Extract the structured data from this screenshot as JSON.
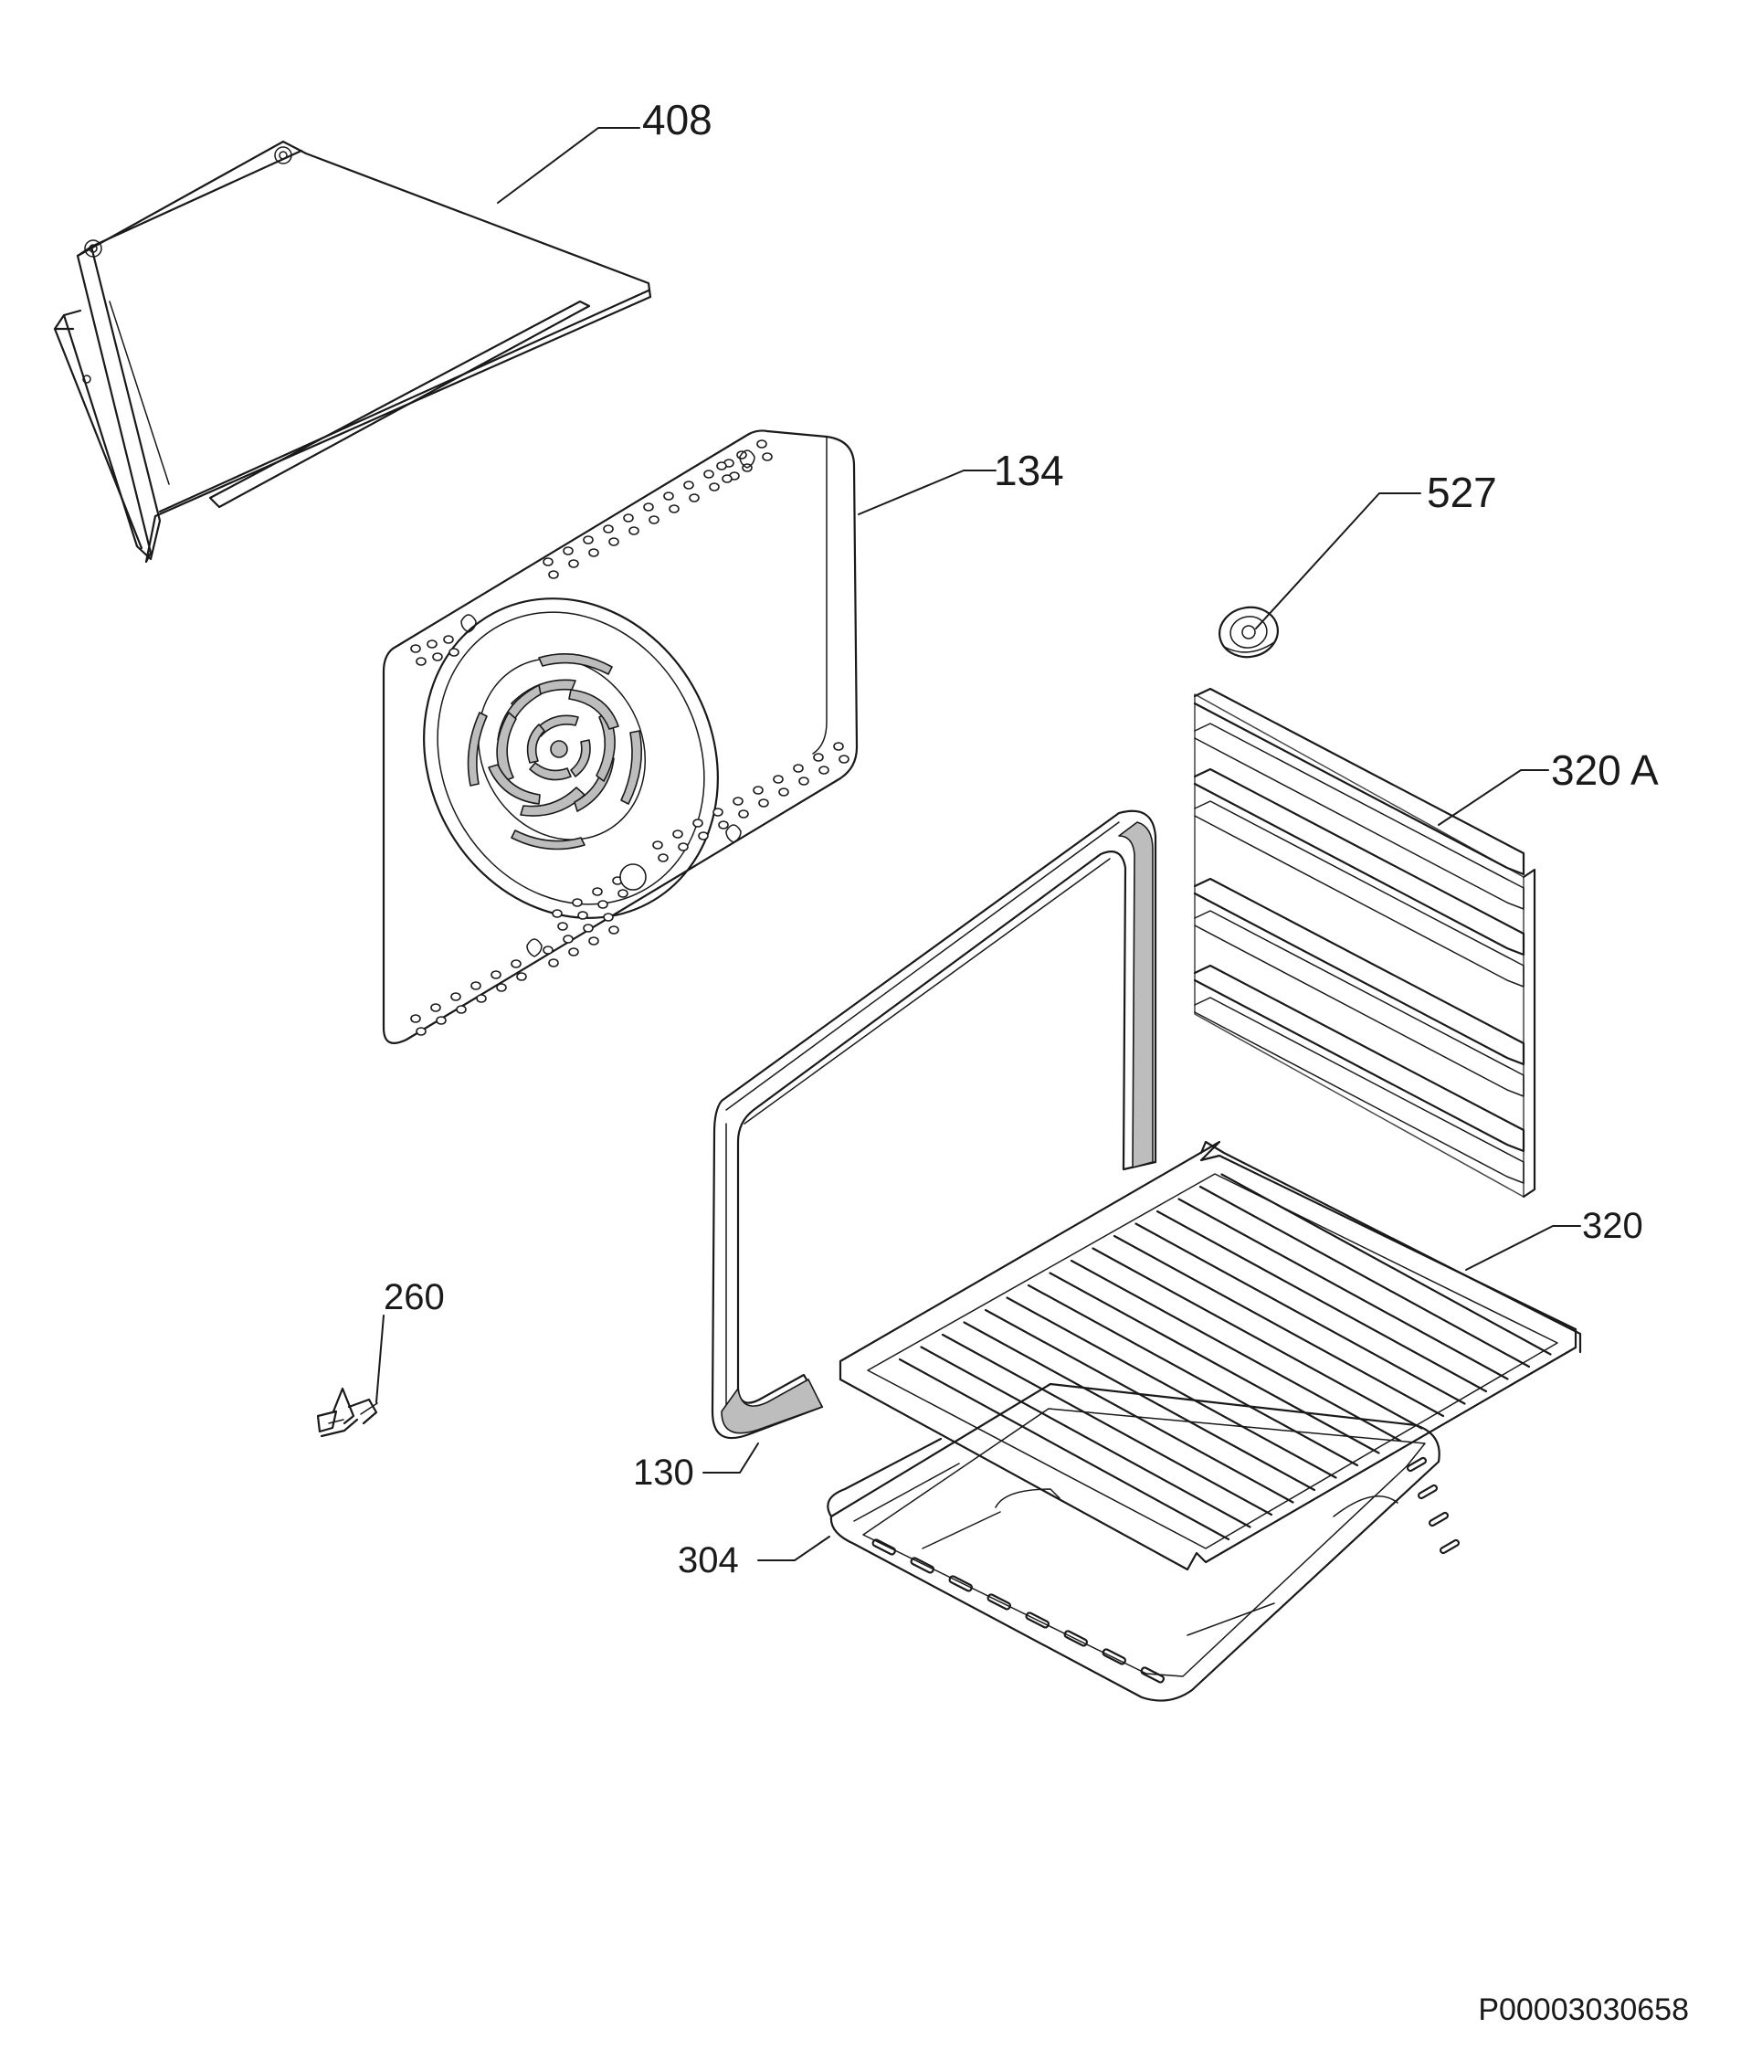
{
  "callouts": [
    {
      "id": "408",
      "label": "408"
    },
    {
      "id": "134",
      "label": "134"
    },
    {
      "id": "527",
      "label": "527"
    },
    {
      "id": "320a",
      "label": "320",
      "suffix": "A"
    },
    {
      "id": "320",
      "label": "320"
    },
    {
      "id": "260",
      "label": "260"
    },
    {
      "id": "130",
      "label": "130"
    },
    {
      "id": "304",
      "label": "304"
    }
  ],
  "drawing_code": "P00003030658"
}
